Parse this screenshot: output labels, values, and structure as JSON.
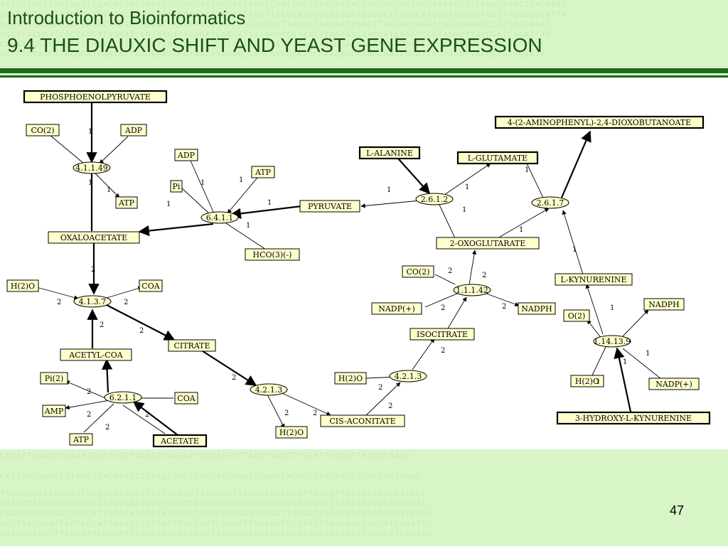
{
  "header": {
    "title_line1": "Introduction to Bioinformatics",
    "title_line2": "9.4  THE DIAUXIC SHIFT AND YEAST GENE EXPRESSION"
  },
  "page_number": "47",
  "colors": {
    "green_dark": "#1a6b1a",
    "box_fill": "#ffffcc",
    "bg": "#d8f5c8"
  },
  "nodes": [
    {
      "id": "pep",
      "label": "PHOSPHOENOLPYRUVATE",
      "bold": true
    },
    {
      "id": "co2a",
      "label": "CO(2)"
    },
    {
      "id": "adp1",
      "label": "ADP"
    },
    {
      "id": "atp1",
      "label": "ATP"
    },
    {
      "id": "oxalo",
      "label": "OXALOACETATE"
    },
    {
      "id": "adp2",
      "label": "ADP"
    },
    {
      "id": "atp2",
      "label": "ATP"
    },
    {
      "id": "pi1",
      "label": "Pi"
    },
    {
      "id": "hco3",
      "label": "HCO(3)(-)"
    },
    {
      "id": "pyruvate",
      "label": "PYRUVATE"
    },
    {
      "id": "alanine",
      "label": "L-ALANINE",
      "bold": true
    },
    {
      "id": "glutamate",
      "label": "L-GLUTAMATE",
      "bold": true
    },
    {
      "id": "aminophenyl",
      "label": "4-(2-AMINOPHENYL)-2,4-DIOXOBUTANOATE",
      "bold": true
    },
    {
      "id": "oxoglut",
      "label": "2-OXOGLUTARATE"
    },
    {
      "id": "co2b",
      "label": "CO(2)"
    },
    {
      "id": "nadp1",
      "label": "NADP(+)"
    },
    {
      "id": "nadph1",
      "label": "NADPH"
    },
    {
      "id": "isocitrate",
      "label": "ISOCITRATE"
    },
    {
      "id": "h2o1",
      "label": "H(2)O"
    },
    {
      "id": "coa1",
      "label": "COA"
    },
    {
      "id": "citrate",
      "label": "CITRATE"
    },
    {
      "id": "acetylcoa",
      "label": "ACETYL-COA"
    },
    {
      "id": "pi2",
      "label": "Pi(2)"
    },
    {
      "id": "amp",
      "label": "AMP"
    },
    {
      "id": "atp3",
      "label": "ATP"
    },
    {
      "id": "coa2",
      "label": "COA"
    },
    {
      "id": "acetate",
      "label": "ACETATE",
      "bold": true
    },
    {
      "id": "h2o2",
      "label": "H(2)O"
    },
    {
      "id": "h2o3",
      "label": "H(2)O"
    },
    {
      "id": "cisaconitate",
      "label": "CIS-ACONITATE"
    },
    {
      "id": "kynurenine",
      "label": "L-KYNURENINE"
    },
    {
      "id": "o2",
      "label": "O(2)"
    },
    {
      "id": "nadph2",
      "label": "NADPH"
    },
    {
      "id": "h2o4",
      "label": "H(2)O"
    },
    {
      "id": "nadp2",
      "label": "NADP(+)"
    },
    {
      "id": "hydroxykyn",
      "label": "3-HYDROXY-L-KYNURENINE",
      "bold": true
    }
  ],
  "enzymes": [
    {
      "id": "e1",
      "label": "4.1.1.49"
    },
    {
      "id": "e2",
      "label": "6.4.1.1"
    },
    {
      "id": "e3",
      "label": "2.6.1.2"
    },
    {
      "id": "e4",
      "label": "2.6.1.7"
    },
    {
      "id": "e5",
      "label": "4.1.3.7"
    },
    {
      "id": "e6",
      "label": "1.1.1.42"
    },
    {
      "id": "e7",
      "label": "6.2.1.1"
    },
    {
      "id": "e8",
      "label": "4.2.1.3"
    },
    {
      "id": "e9",
      "label": "4.2.1.3"
    },
    {
      "id": "e10",
      "label": "1.14.13.9"
    }
  ],
  "stoich": [
    "1",
    "2"
  ]
}
